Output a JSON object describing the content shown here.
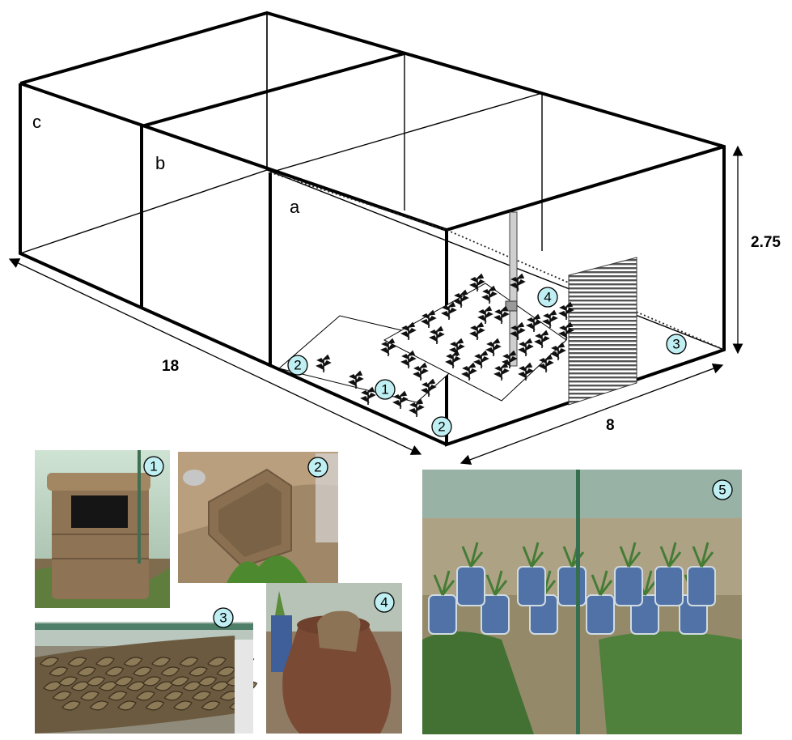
{
  "diagram": {
    "room_labels": {
      "a": "a",
      "b": "b",
      "c": "c"
    },
    "dimensions": {
      "length": "18",
      "width": "8",
      "height": "2.75"
    }
  },
  "markers": [
    "1",
    "2",
    "3",
    "4",
    "5"
  ],
  "photos": [
    {
      "id": "photo-1",
      "marker": "1",
      "subject": "mud-brick box structure"
    },
    {
      "id": "photo-2",
      "marker": "2",
      "subject": "mud corner structure"
    },
    {
      "id": "photo-3",
      "marker": "3",
      "subject": "palm-leaf lined wall base"
    },
    {
      "id": "photo-4",
      "marker": "4",
      "subject": "clay pot with mud lid"
    },
    {
      "id": "photo-5",
      "marker": "5",
      "subject": "net house interior with plants in bags"
    }
  ],
  "colors": {
    "badge_fill": "#bfeff2",
    "line": "#000000",
    "net_green": "#8aa88a"
  }
}
